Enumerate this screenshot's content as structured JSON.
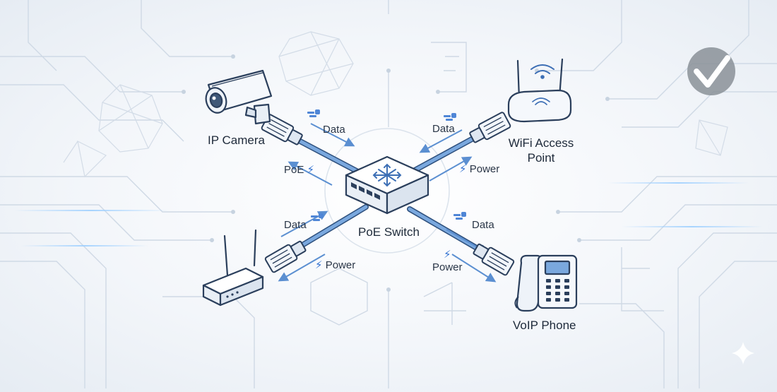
{
  "diagram": {
    "center_label": "PoE Switch",
    "devices": [
      {
        "id": "ip-camera",
        "label": "IP Camera"
      },
      {
        "id": "wifi-ap",
        "label_lines": [
          "WiFi Access",
          "Point"
        ]
      },
      {
        "id": "router",
        "label": ""
      },
      {
        "id": "voip-phone",
        "label": "VoIP Phone"
      }
    ],
    "flows": {
      "camera_data": "Data",
      "camera_power": "PoE",
      "ap_data": "Data",
      "ap_power": "Power",
      "router_data": "Data",
      "router_power": "Power",
      "phone_data": "Data",
      "phone_power": "Power"
    },
    "colors": {
      "cable": "#6f9fd8",
      "cable_edge": "#2d4f7c",
      "arrow": "#5b8fd1",
      "bolt": "#2f6fd0",
      "device_stroke": "#2b3f5c",
      "device_fill": "#f5f8fc",
      "background": "#eef2f7"
    },
    "icons": {
      "power": "lightning-bolt-icon",
      "data": "data-packets-icon",
      "switch": "network-arrows-icon",
      "wifi": "wifi-signal-icon",
      "badge": "checkmark-badge-icon",
      "sparkle": "sparkle-icon"
    }
  }
}
